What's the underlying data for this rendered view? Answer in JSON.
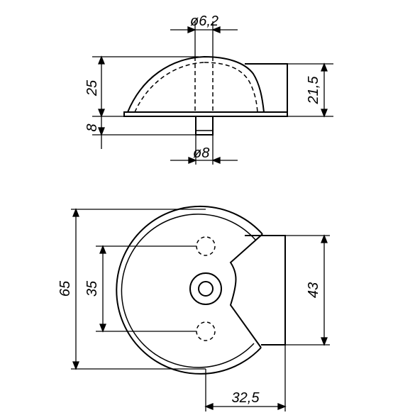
{
  "drawing": {
    "top_view": {
      "dim_hole_diameter": "ø6,2",
      "dim_height_total": "25",
      "dim_height_right": "21,5",
      "dim_pin_height": "8",
      "dim_pin_diameter": "ø8"
    },
    "bottom_view": {
      "dim_overall_height": "65",
      "dim_hole_spacing": "35",
      "dim_notch_height": "43",
      "dim_depth": "32,5"
    }
  }
}
